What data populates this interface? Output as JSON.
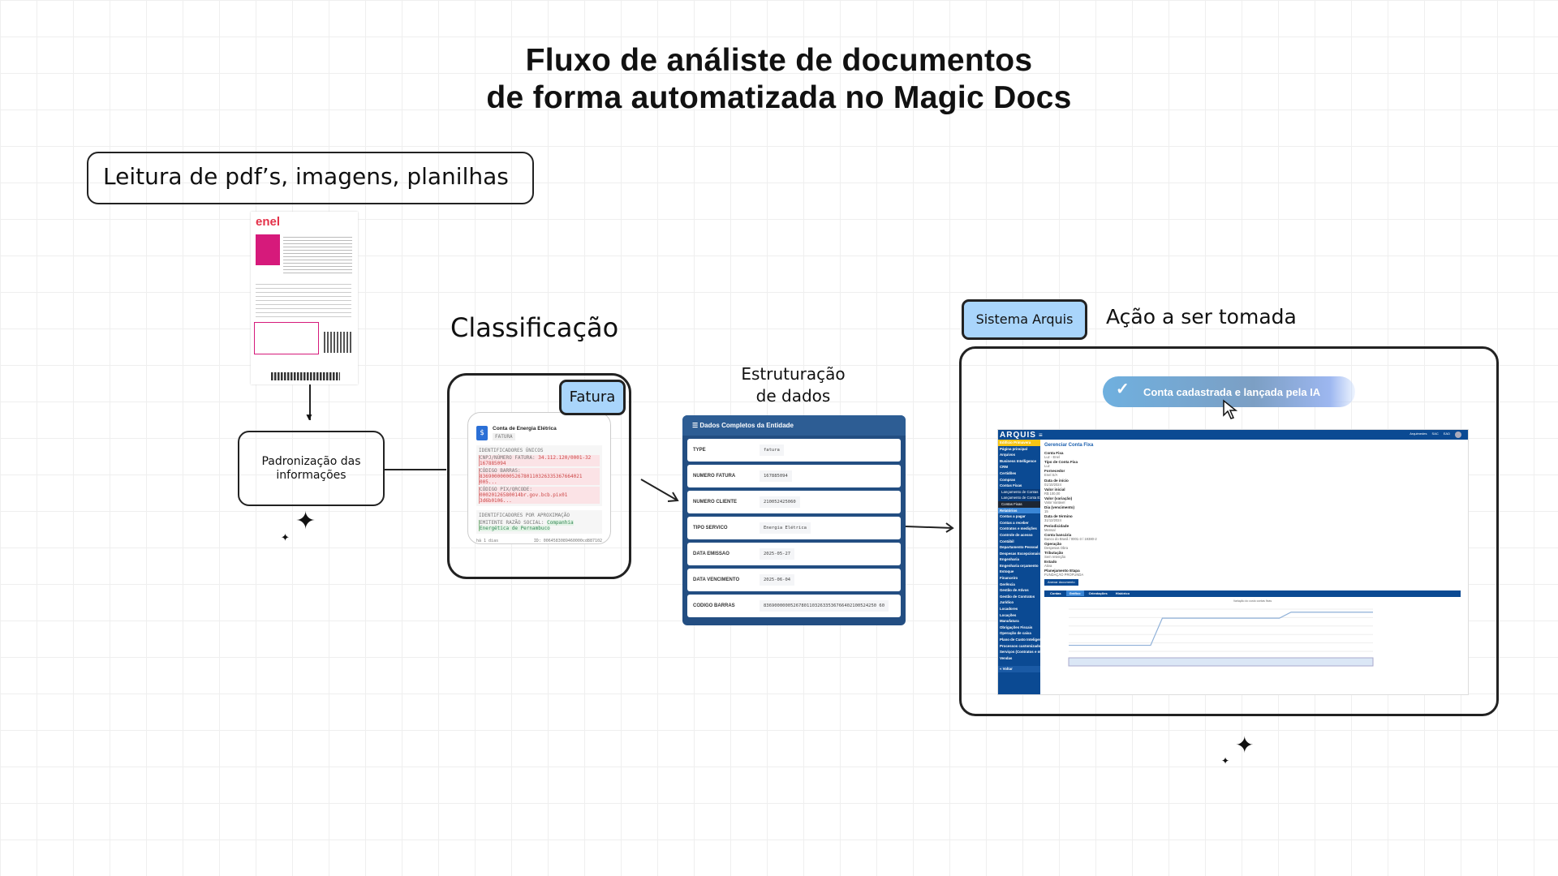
{
  "title": {
    "line1": "Fluxo de análiste de documentos",
    "line2": "de forma automatizada no Magic Docs"
  },
  "input_step": {
    "label": "Leitura de pdf’s, imagens, planilhas",
    "document_logo": "enel"
  },
  "standardize_step": {
    "label": "Padronização das informações"
  },
  "classification": {
    "label": "Classificação",
    "tag": "Fatura",
    "card": {
      "title": "Conta de Energia Elétrica",
      "badge": "FATURA",
      "section1": "IDENTIFICADORES ÚNICOS",
      "rows": [
        {
          "k": "CNPJ/NÚMERO FATURA:",
          "v": "34.112.120/0001-32 167885094"
        },
        {
          "k": "CÓDIGO BARRAS:",
          "v": "83690000000526780110326335367664021 005..."
        },
        {
          "k": "CÓDIGO PIX/QRCODE:",
          "v": "00020126580014br.gov.bcb.pix01 3d6b0106..."
        }
      ],
      "section2": "IDENTIFICADORES POR APROXIMAÇÃO",
      "approx": {
        "k": "EMITENTE RAZÃO SOCIAL:",
        "v": "Companhia Energética de Pernambuco"
      },
      "footer_left": "há 1 dias",
      "footer_right": "ID: 0064583089460000cd887102"
    }
  },
  "structuring": {
    "label_line1": "Estruturação",
    "label_line2": "de dados",
    "table_title": "Dados Completos da Entidade",
    "rows": [
      {
        "k": "TYPE",
        "v": "fatura"
      },
      {
        "k": "NUMERO FATURA",
        "v": "167885094"
      },
      {
        "k": "NUMERO CLIENTE",
        "v": "210052425060"
      },
      {
        "k": "TIPO SERVICO",
        "v": "Energia Elétrica"
      },
      {
        "k": "DATA EMISSAO",
        "v": "2025-05-27"
      },
      {
        "k": "DATA VENCIMENTO",
        "v": "2025-06-04"
      },
      {
        "k": "CODIGO BARRAS",
        "v": "836900000052678011032633536766402100524250 60"
      }
    ]
  },
  "action": {
    "system_tag": "Sistema Arquis",
    "label": "Ação a ser tomada",
    "toast": "Conta cadastrada e lançada pela IA",
    "arquis": {
      "logo": "ARQUIS",
      "topbar": [
        "Arquimedes",
        "SAC",
        "EAD"
      ],
      "sidebar": [
        "Edifício Primavera",
        "Página principal",
        "Arquivos",
        "Business Intelligence",
        "CRM",
        "Certidões",
        "Compras",
        "Contas Fixas",
        "Lançamento de Contas",
        "Lançamento de Conta Extra",
        "Contas Fixas",
        "Relatórios",
        "Contas a pagar",
        "Contas a receber",
        "Contratos e medições",
        "Controle de acesso",
        "Contábil",
        "Departamento Pessoal",
        "Despesas Excepcionais",
        "Engenharia",
        "Engenharia orçamento",
        "Estoque",
        "Financeiro",
        "Gerência",
        "Gestão de Ativos",
        "Gestão de Contratos",
        "Jurídico",
        "Locadores",
        "Locações",
        "Manufatura",
        "Obrigações Fiscais",
        "Operação de caixa",
        "Plano de Custo Inteligente",
        "Processos customizados",
        "Serviços (Contratos e medições)",
        "Vendas",
        "« Voltar"
      ],
      "page_title": "Gerenciar Conta Fixa",
      "fields": [
        {
          "k": "Conta Fixa",
          "v": "Luz - Enel"
        },
        {
          "k": "Tipo de Conta Fixa",
          "v": "Luz"
        },
        {
          "k": "Fornecedor",
          "v": "Enel S/A"
        },
        {
          "k": "Data de início",
          "v": "01/10/2024"
        },
        {
          "k": "Valor inicial",
          "v": "R$ 100,00"
        },
        {
          "k": "Valor (variação)",
          "v": "Valor Variável"
        },
        {
          "k": "Dia (vencimento)",
          "v": "15"
        },
        {
          "k": "Data de término",
          "v": "31/12/2024"
        },
        {
          "k": "Periodicidade",
          "v": "Mensal"
        },
        {
          "k": "Conta bancária",
          "v": "Banco do Brasil / 0001-3 / 19380-2"
        },
        {
          "k": "Operação",
          "v": "Despesas Obra"
        },
        {
          "k": "Tributação",
          "v": "Sem retenção"
        },
        {
          "k": "Estado",
          "v": "Ativa"
        },
        {
          "k": "Planejamento Etapa",
          "v": "FUNDAÇÃO PROFUNDA"
        }
      ],
      "attach_button": "Anexar documento",
      "tabs": [
        "Contas",
        "Gráfico",
        "Orientações",
        "Histórico"
      ],
      "chart_title": "Variação do custo contas fixas",
      "chart_values": [
        100,
        100,
        100,
        100,
        100,
        100,
        100,
        100,
        190,
        190,
        190,
        190,
        190,
        190,
        190,
        190,
        190,
        190,
        190,
        210,
        210,
        210,
        210,
        210,
        210,
        210,
        210
      ]
    }
  },
  "colors": {
    "tag": "#a9d5fb",
    "table": "#234e82",
    "arquis_blue": "#0b4a93",
    "arquis_yellow": "#f6c514"
  }
}
